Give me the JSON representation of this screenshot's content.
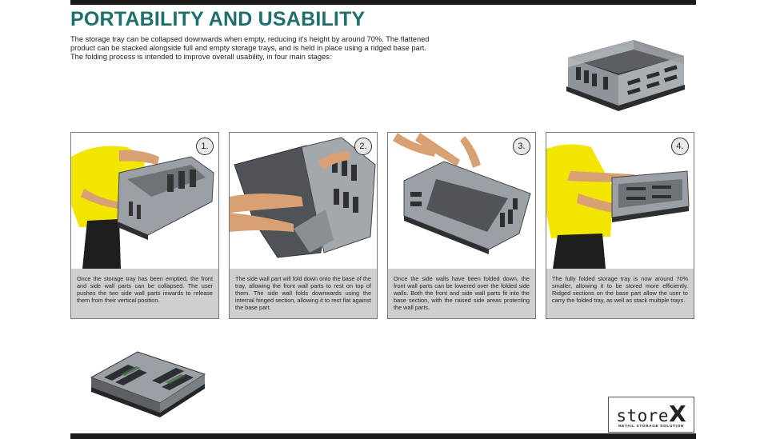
{
  "header": {
    "title": "PORTABILITY AND USABILITY",
    "intro": [
      "The storage tray can be collapsed downwards when empty, reducing it's height by around 70%. The flattened",
      "product can be stacked alongside full and empty storage trays, and is held in place using a ridged base part.",
      "The folding process is intended to improve overall usability, in four main stages:"
    ]
  },
  "stages": [
    {
      "number": "1.",
      "caption": "Once the storage tray has been emptied, the front and side wall parts can be collapsed. The user pushes the two side wall parts inwards to release them from their vertical position."
    },
    {
      "number": "2.",
      "caption": "The side wall part will fold down onto the base of the tray, allowing the front wall parts to rest on top of them. The side wall folds downwards using the internal hinged section, allowing it to rest flat against the base part."
    },
    {
      "number": "3.",
      "caption": "Once the side walls have been folded down, the front wall parts can be lowered over the folded side walls. Both the front and side wall parts fit into the base section, with the raised side areas protecting the wall parts."
    },
    {
      "number": "4.",
      "caption": "The fully folded storage tray is now around 70% smaller, allowing it to be stored more efficiently. Ridged sections on the base part allow the user to carry the folded tray, as well as stack multiple trays."
    }
  ],
  "logo": {
    "word": "store",
    "mark": "X",
    "tagline": "RETAIL STORAGE SOLUTION"
  },
  "colors": {
    "title": "#1f6f6f",
    "caption_bg": "#cfcfcf",
    "shirt": "#f2e600",
    "skin": "#d9a074",
    "tray": "#9aa0a6",
    "tray_dark": "#3a3d40"
  }
}
